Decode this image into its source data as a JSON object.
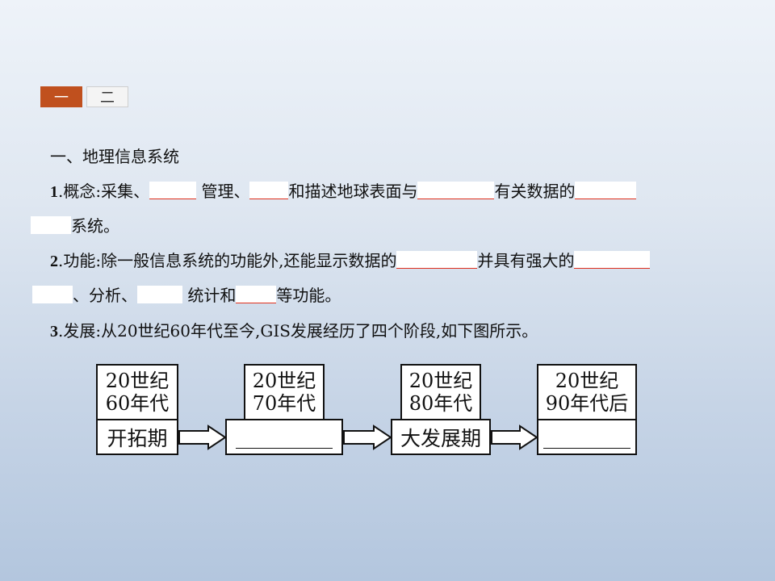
{
  "tabs": [
    {
      "label": "一",
      "active": true
    },
    {
      "label": "二",
      "active": false
    }
  ],
  "section": {
    "heading": "一、地理信息系统",
    "p1": {
      "num": "1",
      "lead": ".概念:采集、",
      "t2": " 管理、",
      "t3": "和描述地球表面与",
      "t4": "有关数据的",
      "t5": "系统。"
    },
    "p2": {
      "num": "2",
      "lead": ".功能:除一般信息系统的功能外,还能显示数据的",
      "t2": "并具有强大的",
      "t3": "、分析、",
      "t4": " 统计和",
      "t5": "等功能。"
    },
    "p3": {
      "num": "3",
      "text": ".发展:从20世纪60年代至今,GIS发展经历了四个阶段,如下图所示。"
    }
  },
  "diagram": {
    "eras": [
      {
        "line1": "20世纪",
        "line2": "60年代"
      },
      {
        "line1": "20世纪",
        "line2": "70年代"
      },
      {
        "line1": "20世纪",
        "line2": "80年代"
      },
      {
        "line1": "20世纪",
        "line2": "90年代后"
      }
    ],
    "phases": [
      {
        "label": "开拓期"
      },
      {
        "label": ""
      },
      {
        "label": "大发展期"
      },
      {
        "label": ""
      }
    ]
  }
}
